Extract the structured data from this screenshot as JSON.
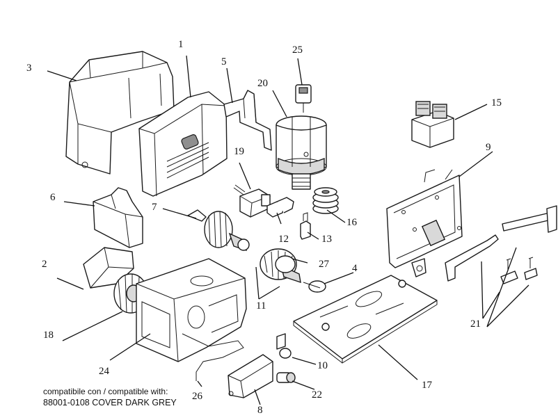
{
  "caption": {
    "line1": "compatibile con / compatible with:",
    "line2": "88001-0108 COVER DARK GREY"
  },
  "callouts": [
    {
      "id": "1",
      "text": "1"
    },
    {
      "id": "2",
      "text": "2"
    },
    {
      "id": "3",
      "text": "3"
    },
    {
      "id": "4",
      "text": "4"
    },
    {
      "id": "5",
      "text": "5"
    },
    {
      "id": "6",
      "text": "6"
    },
    {
      "id": "7",
      "text": "7"
    },
    {
      "id": "8",
      "text": "8"
    },
    {
      "id": "9",
      "text": "9"
    },
    {
      "id": "10",
      "text": "10"
    },
    {
      "id": "11",
      "text": "11"
    },
    {
      "id": "12",
      "text": "12"
    },
    {
      "id": "13",
      "text": "13"
    },
    {
      "id": "15",
      "text": "15"
    },
    {
      "id": "16",
      "text": "16"
    },
    {
      "id": "17",
      "text": "17"
    },
    {
      "id": "18",
      "text": "18"
    },
    {
      "id": "19",
      "text": "19"
    },
    {
      "id": "20",
      "text": "20"
    },
    {
      "id": "21",
      "text": "21"
    },
    {
      "id": "22",
      "text": "22"
    },
    {
      "id": "24",
      "text": "24"
    },
    {
      "id": "25",
      "text": "25"
    },
    {
      "id": "26",
      "text": "26"
    },
    {
      "id": "27",
      "text": "27"
    }
  ]
}
